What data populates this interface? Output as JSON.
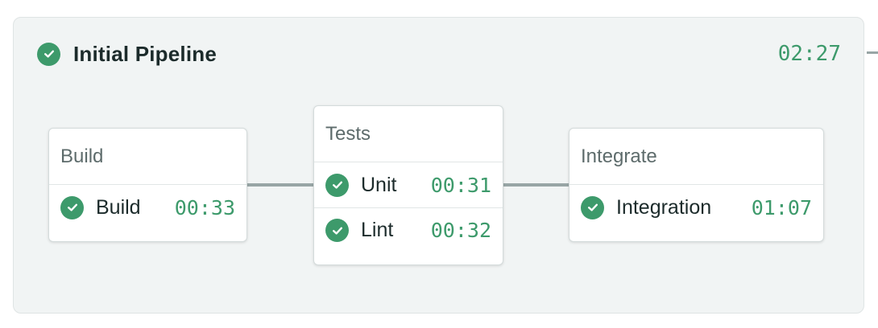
{
  "pipeline": {
    "title": "Initial Pipeline",
    "duration": "02:27",
    "status": "passed",
    "colors": {
      "success": "#3d9a6b",
      "background": "#f1f4f4",
      "connector": "#98a5a5"
    }
  },
  "blocks": [
    {
      "name": "Build",
      "jobs": [
        {
          "name": "Build",
          "duration": "00:33",
          "status": "passed",
          "icon": "check-circle-icon"
        }
      ]
    },
    {
      "name": "Tests",
      "jobs": [
        {
          "name": "Unit",
          "duration": "00:31",
          "status": "passed",
          "icon": "check-circle-icon"
        },
        {
          "name": "Lint",
          "duration": "00:32",
          "status": "passed",
          "icon": "check-circle-icon"
        }
      ]
    },
    {
      "name": "Integrate",
      "jobs": [
        {
          "name": "Integration",
          "duration": "01:07",
          "status": "passed",
          "icon": "check-circle-icon"
        }
      ]
    }
  ]
}
